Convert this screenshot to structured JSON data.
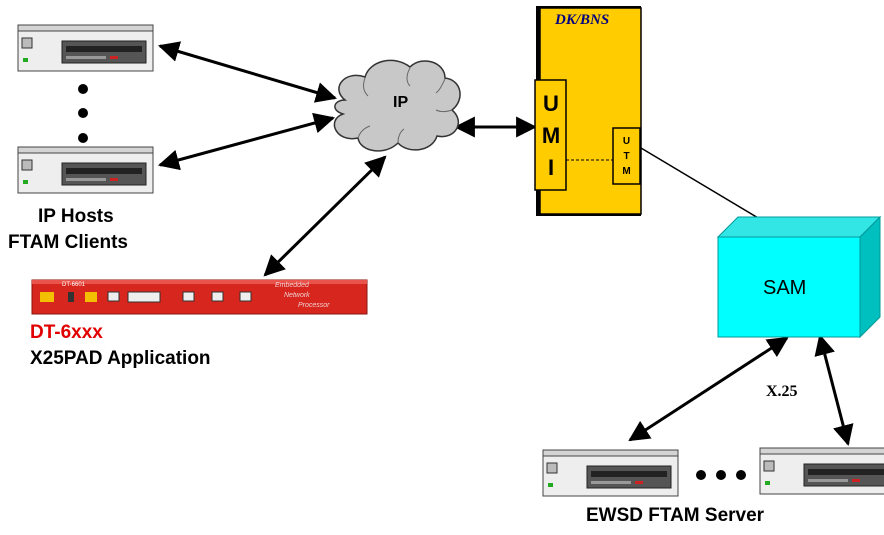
{
  "network": {
    "cloud_label": "IP"
  },
  "hosts": {
    "ip_label_line1": "IP Hosts",
    "ip_label_line2": "FTAM Clients",
    "server_label": "EWSD FTAM Server"
  },
  "switch": {
    "title": "DK/BNS",
    "umi_letters": [
      "U",
      "M",
      "I"
    ],
    "utm_letters": [
      "U",
      "T",
      "M"
    ]
  },
  "sam": {
    "label": "SAM"
  },
  "link": {
    "x25_label": "X.25"
  },
  "device": {
    "model": "DT-6xxx",
    "application": "X25PAD Application",
    "panel_text": [
      "Embedded",
      "Network",
      "Processor"
    ],
    "panel_model": "DT-6601"
  },
  "colors": {
    "switch_fill": "#FFCC00",
    "sam_front": "#00FFFF",
    "sam_top": "#33E6E6",
    "sam_side": "#00BFBF",
    "cloud_fill": "#C8C8C8",
    "device_red": "#D7261E",
    "model_red": "#E00000",
    "title_blue": "#000080"
  }
}
